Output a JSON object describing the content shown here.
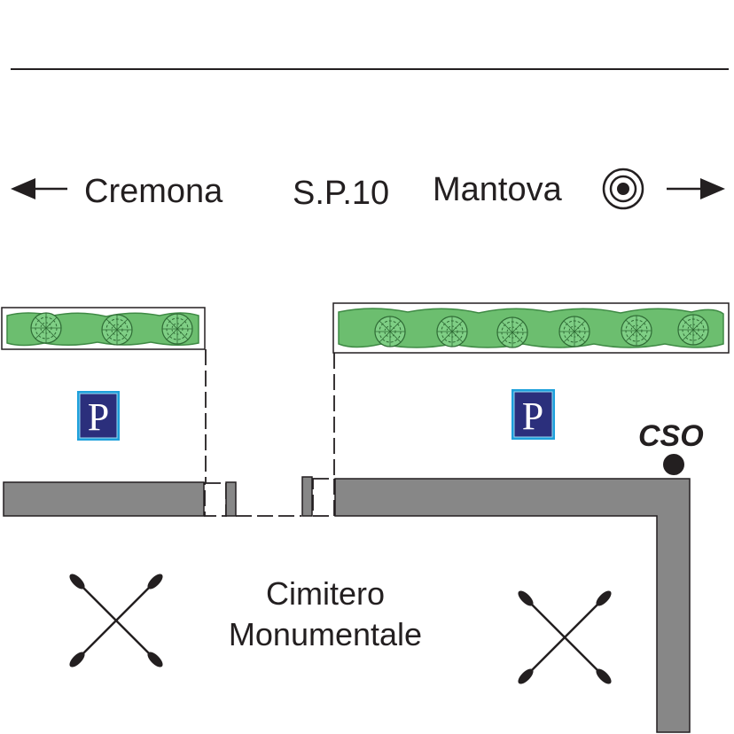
{
  "road": {
    "name": "S.P.10",
    "west_destination": "Cremona",
    "east_destination": "Mantova",
    "west_arrow_icon": "arrow-left-icon",
    "east_arrow_icon": "arrow-right-icon",
    "location_marker_icon": "concentric-target-icon"
  },
  "parking": {
    "symbol": "P",
    "icon": "parking-sign-icon",
    "colors": {
      "fill": "#2b2f7c",
      "border": "#1ea0db",
      "text": "#ffffff"
    }
  },
  "cso": {
    "label": "CSO",
    "icon": "point-marker-icon"
  },
  "cemetery": {
    "label_line1": "Cimitero",
    "label_line2": "Monumentale",
    "icon": "crossed-shovels-icon"
  },
  "colors": {
    "wall": "#878787",
    "hedge": "#6cbe6f",
    "hedge_dark": "#3f8a45",
    "line": "#231f20"
  }
}
